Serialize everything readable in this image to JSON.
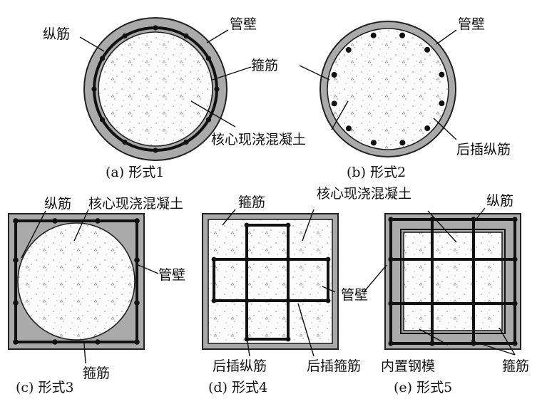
{
  "labels": {
    "a_long_bar": "纵筋",
    "a_wall": "管壁",
    "a_stirrup": "箍筋",
    "a_core": "核心现浇混凝土",
    "b_wall": "管壁",
    "b_post_bar": "后插纵筋",
    "c_long_bar": "纵筋",
    "c_core": "核心现浇混凝土",
    "c_wall": "管壁",
    "c_stirrup": "箍筋",
    "d_stirrup": "箍筋",
    "d_core": "核心现浇混凝土",
    "d_wall": "管壁",
    "d_post_bar": "后插纵筋",
    "d_post_stirrup": "后插箍筋",
    "e_long_bar": "纵筋",
    "e_steel_form": "内置钢模",
    "e_stirrup": "箍筋"
  },
  "captions": {
    "a": "(a) 形式1",
    "b": "(b) 形式2",
    "c": "(c) 形式3",
    "d": "(d) 形式4",
    "e": "(e) 形式5"
  },
  "colors": {
    "wall": "#aaaaaa",
    "rebar": "#111111",
    "background": "#ffffff"
  }
}
